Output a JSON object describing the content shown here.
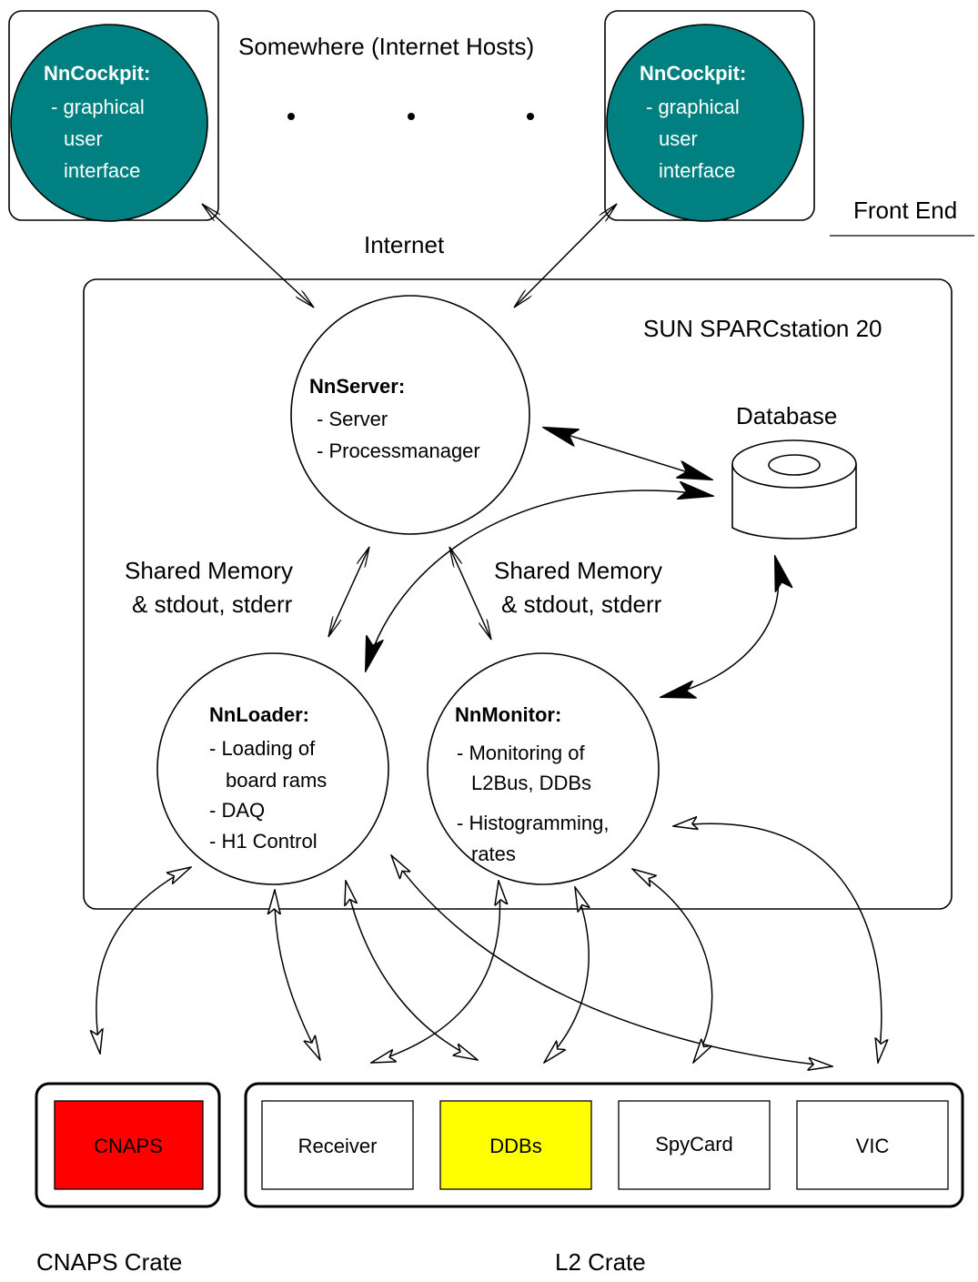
{
  "labels": {
    "somewhere": "Somewhere (Internet Hosts)",
    "front_end": "Front End",
    "internet": "Internet",
    "sun": "SUN SPARCstation 20",
    "database": "Database",
    "shared_memory_left_1": "Shared Memory",
    "shared_memory_left_2": "& stdout, stderr",
    "shared_memory_right_1": "Shared Memory",
    "shared_memory_right_2": "& stdout, stderr",
    "cnaps_crate": "CNAPS Crate",
    "l2_crate": "L2 Crate"
  },
  "cockpits": [
    {
      "title": "NnCockpit:",
      "lines": [
        "- graphical",
        "user",
        "interface"
      ]
    },
    {
      "title": "NnCockpit:",
      "lines": [
        "- graphical",
        "user",
        "interface"
      ]
    }
  ],
  "server": {
    "title": "NnServer:",
    "lines": [
      "- Server",
      "- Processmanager"
    ]
  },
  "loader": {
    "title": "NnLoader:",
    "lines": [
      "- Loading of",
      "board rams",
      "- DAQ",
      "- H1 Control"
    ]
  },
  "monitor": {
    "title": "NnMonitor:",
    "lines": [
      "- Monitoring of",
      "L2Bus, DDBs",
      "- Histogramming,",
      "rates"
    ]
  },
  "cnaps": {
    "label": "CNAPS",
    "color": "#ff0000"
  },
  "cards": [
    {
      "label": "Receiver",
      "color": "#ffffff"
    },
    {
      "label": "DDBs",
      "color": "#ffff00"
    },
    {
      "label": "SpyCard",
      "color": "#ffffff"
    },
    {
      "label": "VIC",
      "color": "#ffffff"
    }
  ],
  "colors": {
    "cockpit_fill": "#008080",
    "cockpit_text": "#ffffff"
  }
}
